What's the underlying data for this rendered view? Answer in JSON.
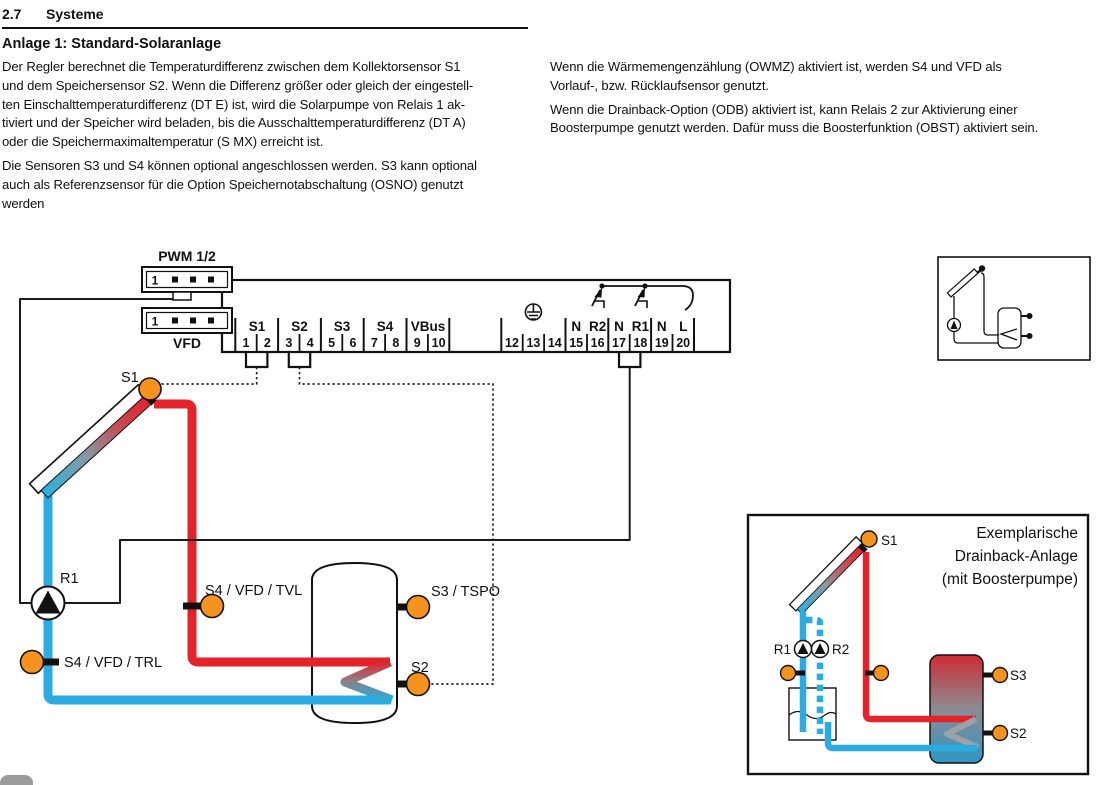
{
  "page": {
    "section_number": "2.7",
    "section_title": "Systeme",
    "heading": "Anlage 1: Standard-Solaranlage",
    "left_column": {
      "para1_lines": [
        "Der Regler berechnet die Temperaturdifferenz zwischen dem Kollektorsensor S1",
        "und dem Speichersensor S2. Wenn die Differenz größer oder gleich der eingestell-",
        "ten Einschalttemperaturdifferenz (DT E) ist, wird die Solarpumpe von Relais 1 ak-",
        "tiviert und der Speicher wird beladen, bis die Ausschalttemperaturdifferenz (DT A)",
        "oder die Speichermaximaltemperatur (S MX) erreicht ist."
      ],
      "para2_lines": [
        "Die Sensoren S3 und S4 können optional angeschlossen werden. S3 kann optional",
        "auch als Referenzsensor für die Option Speichernotabschaltung (OSNO) genutzt",
        "werden"
      ]
    },
    "right_column": {
      "para1_lines": [
        "Wenn die Wärmemengenzählung (OWMZ) aktiviert ist, werden S4 und VFD als",
        "Vorlauf-, bzw. Rücklaufsensor genutzt."
      ],
      "para2_lines": [
        "Wenn die Drainback-Option (ODB) aktiviert ist, kann Relais 2 zur Aktivierung einer",
        "Boosterpumpe genutzt werden. Dafür muss die Boosterfunktion (OBST) aktiviert sein."
      ]
    }
  },
  "diagram": {
    "pwm_connector_label": "PWM 1/2",
    "vfd_connector_label": "VFD",
    "connector_pin_number": "1",
    "terminal_group_labels": [
      "S1",
      "S2",
      "S3",
      "S4",
      "VBus"
    ],
    "terminal_numbers": [
      "1",
      "2",
      "3",
      "4",
      "5",
      "6",
      "7",
      "8",
      "9",
      "10",
      "12",
      "13",
      "14",
      "15",
      "16",
      "17",
      "18",
      "19",
      "20"
    ],
    "relay_terminal_labels": [
      "N",
      "R2",
      "N",
      "R1",
      "N",
      "L"
    ],
    "labels": {
      "s1": "S1",
      "r1": "R1",
      "tvl": "S4 / VFD / TVL",
      "trl": "S4 / VFD / TRL",
      "tspo": "S3 / TSPO",
      "s2": "S2"
    },
    "colors": {
      "pipe_hot": "#e32229",
      "pipe_cold": "#2aabe2",
      "sensor_orange": "#f6921e",
      "line_black": "#1a1a1a"
    }
  },
  "inset": {
    "title_lines": [
      "Exemplarische",
      "Drainback-Anlage",
      "(mit Boosterpumpe)"
    ],
    "labels": {
      "s1": "S1",
      "r1": "R1",
      "r2": "R2",
      "s3": "S3",
      "s2": "S2"
    }
  }
}
